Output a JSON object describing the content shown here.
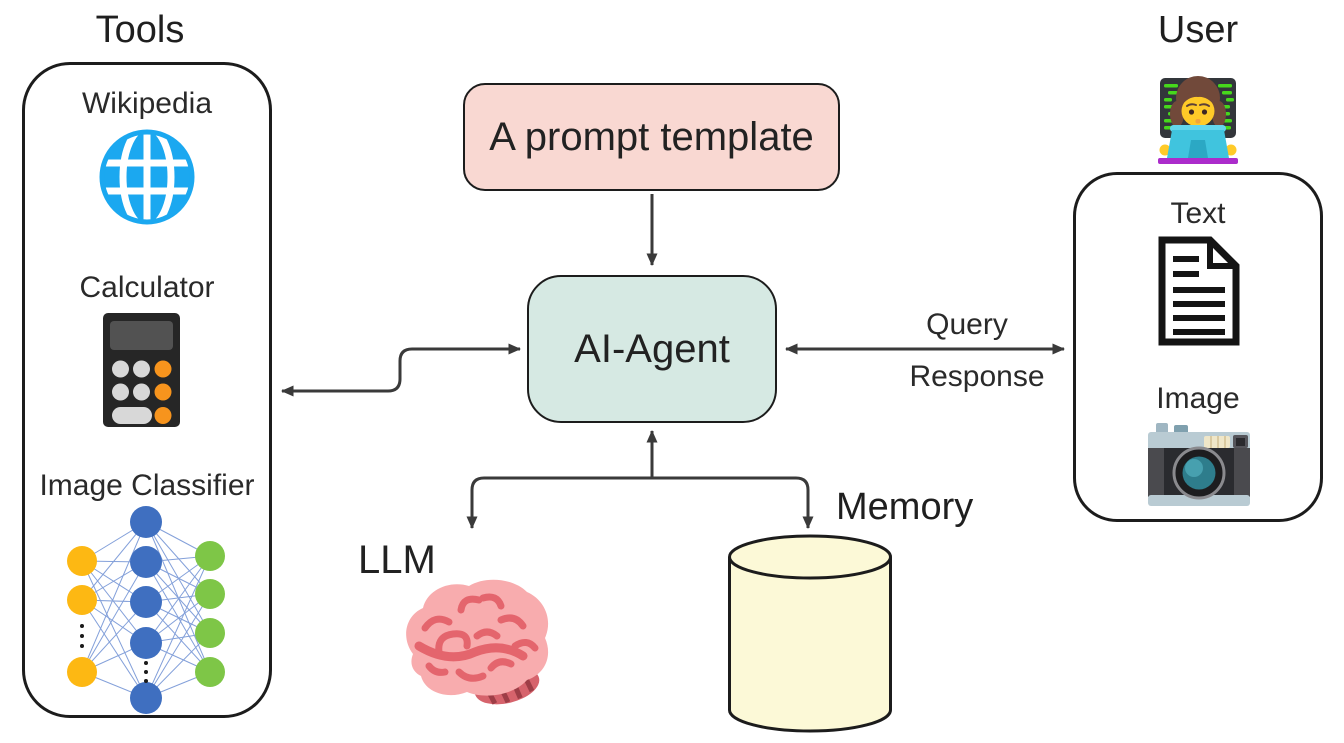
{
  "tools": {
    "title": "Tools",
    "items": [
      {
        "label": "Wikipedia",
        "icon": "globe-icon"
      },
      {
        "label": "Calculator",
        "icon": "calculator-icon"
      },
      {
        "label": "Image Classifier",
        "icon": "neural-network-icon"
      }
    ]
  },
  "prompt": {
    "label": "A prompt template"
  },
  "agent": {
    "label": "AI-Agent"
  },
  "llm": {
    "label": "LLM",
    "icon": "brain-icon"
  },
  "memory": {
    "label": "Memory",
    "icon": "database-cylinder-icon"
  },
  "user": {
    "title": "User",
    "icon": "woman-technologist-icon",
    "items": [
      {
        "label": "Text",
        "icon": "document-icon"
      },
      {
        "label": "Image",
        "icon": "camera-icon"
      }
    ]
  },
  "edges": {
    "query_label": "Query",
    "response_label": "Response",
    "connections": [
      "prompt-template -> ai-agent",
      "ai-agent <-> user (query/response)",
      "ai-agent <-> tools",
      "ai-agent -> llm",
      "ai-agent -> memory"
    ]
  },
  "colors": {
    "prompt_fill": "#F9D8D2",
    "agent_fill": "#D6E9E3",
    "memory_fill": "#FCF9D7",
    "outline": "#1C1C1C",
    "arrow": "#3A3A3A",
    "globe_blue": "#1BA8F0",
    "calculator_orange": "#F7941D",
    "nn_input_yellow": "#FDB813",
    "nn_hidden_blue": "#3F6FC0",
    "nn_output_green": "#7EC647",
    "nn_link_blue": "#7D9BD8",
    "brain_pink": "#F8ACAE",
    "laptop_teal": "#40C4DE",
    "code_green": "#46D81C"
  }
}
